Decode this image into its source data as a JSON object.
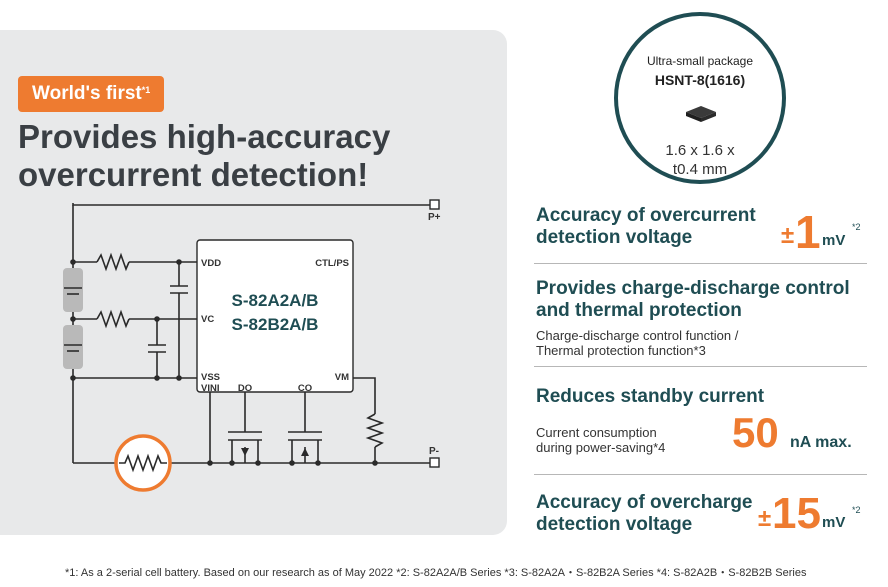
{
  "badge": {
    "text": "World's first",
    "note": "*1"
  },
  "headline": {
    "line1": "Provides high-accuracy",
    "line2": "overcurrent detection!"
  },
  "circuit": {
    "terminal_pplus": "P+",
    "terminal_pminus": "P-",
    "chip_line1": "S-82A2A/B",
    "chip_line2": "S-82B2A/B",
    "pins": {
      "vdd": "VDD",
      "vc": "VC",
      "vss": "VSS",
      "vini": "VINI",
      "ctl": "CTL/PS",
      "vm": "VM",
      "do": "DO",
      "co": "CO"
    }
  },
  "package": {
    "line1": "Ultra-small package",
    "line2": "HSNT-8(1616)",
    "dim1": "1.6 x 1.6 x",
    "dim2": "t0.4 mm"
  },
  "features": [
    {
      "title_l1": "Accuracy of overcurrent",
      "title_l2": "detection voltage",
      "pm": "±",
      "value": "1",
      "unit": "mV",
      "note": "*2"
    },
    {
      "title_l1": "Provides charge-discharge control",
      "title_l2": "and thermal protection",
      "sub_l1": "Charge-discharge control function /",
      "sub_l2": "Thermal protection function*3"
    },
    {
      "title_l1": "Reduces standby current",
      "sub_l1": "Current consumption",
      "sub_l2": "during power-saving*4",
      "value": "50",
      "unit": "nA max."
    },
    {
      "title_l1": "Accuracy of overcharge",
      "title_l2": "detection voltage",
      "pm": "±",
      "value": "15",
      "unit": "mV",
      "note": "*2"
    }
  ],
  "footnote": "*1: As a 2-serial cell battery.  Based on our research as of May 2022   *2: S-82A2A/B Series   *3: S-82A2A・S-82B2A Series   *4: S-82A2B・S-82B2B Series",
  "colors": {
    "accent": "#ee7b30",
    "teal": "#1f4d53",
    "panel": "#e8e9ea"
  }
}
